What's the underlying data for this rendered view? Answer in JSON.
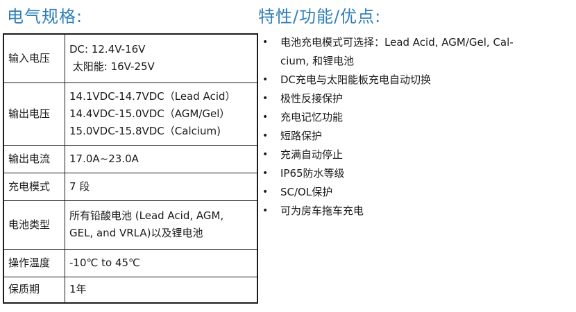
{
  "headings": {
    "left": "电气规格:",
    "right": "特性/功能/优点:"
  },
  "spec_table": [
    {
      "label": "输入电压",
      "lines": [
        "DC:  12.4V-16V",
        " 太阳能: 16V-25V"
      ]
    },
    {
      "label": "输出电压",
      "lines": [
        "14.1VDC-14.7VDC（Lead Acid）",
        "14.4VDC-15.0VDC（AGM/Gel）",
        "15.0VDC-15.8VDC（Calcium)"
      ]
    },
    {
      "label": "输出电流",
      "lines": [
        "17.0A~23.0A"
      ]
    },
    {
      "label": "充电模式",
      "lines": [
        "7 段"
      ]
    },
    {
      "label": "电池类型",
      "lines": [
        "所有铅酸电池 (Lead Acid, AGM,",
        "GEL, and VRLA)以及锂电池"
      ]
    },
    {
      "label": "操作温度",
      "lines": [
        "-10℃ to 45℃"
      ]
    },
    {
      "label": "保质期",
      "lines": [
        "1年"
      ]
    }
  ],
  "features": [
    {
      "lines": [
        "电池充电模式可选择：Lead Acid, AGM/Gel, Cal-",
        "cium, 和锂电池"
      ]
    },
    {
      "lines": [
        "DC充电与太阳能板充电自动切换"
      ]
    },
    {
      "lines": [
        "极性反接保护"
      ]
    },
    {
      "lines": [
        "充电记忆功能"
      ]
    },
    {
      "lines": [
        "短路保护"
      ]
    },
    {
      "lines": [
        "充满自动停止"
      ]
    },
    {
      "lines": [
        "IP65防水等级"
      ]
    },
    {
      "lines": [
        "SC/OL保护"
      ]
    },
    {
      "lines": [
        "可为房车拖车充电"
      ]
    }
  ],
  "bullet_char": "•",
  "colors": {
    "heading": "#2f7fb7",
    "text": "#1a1a1a"
  }
}
